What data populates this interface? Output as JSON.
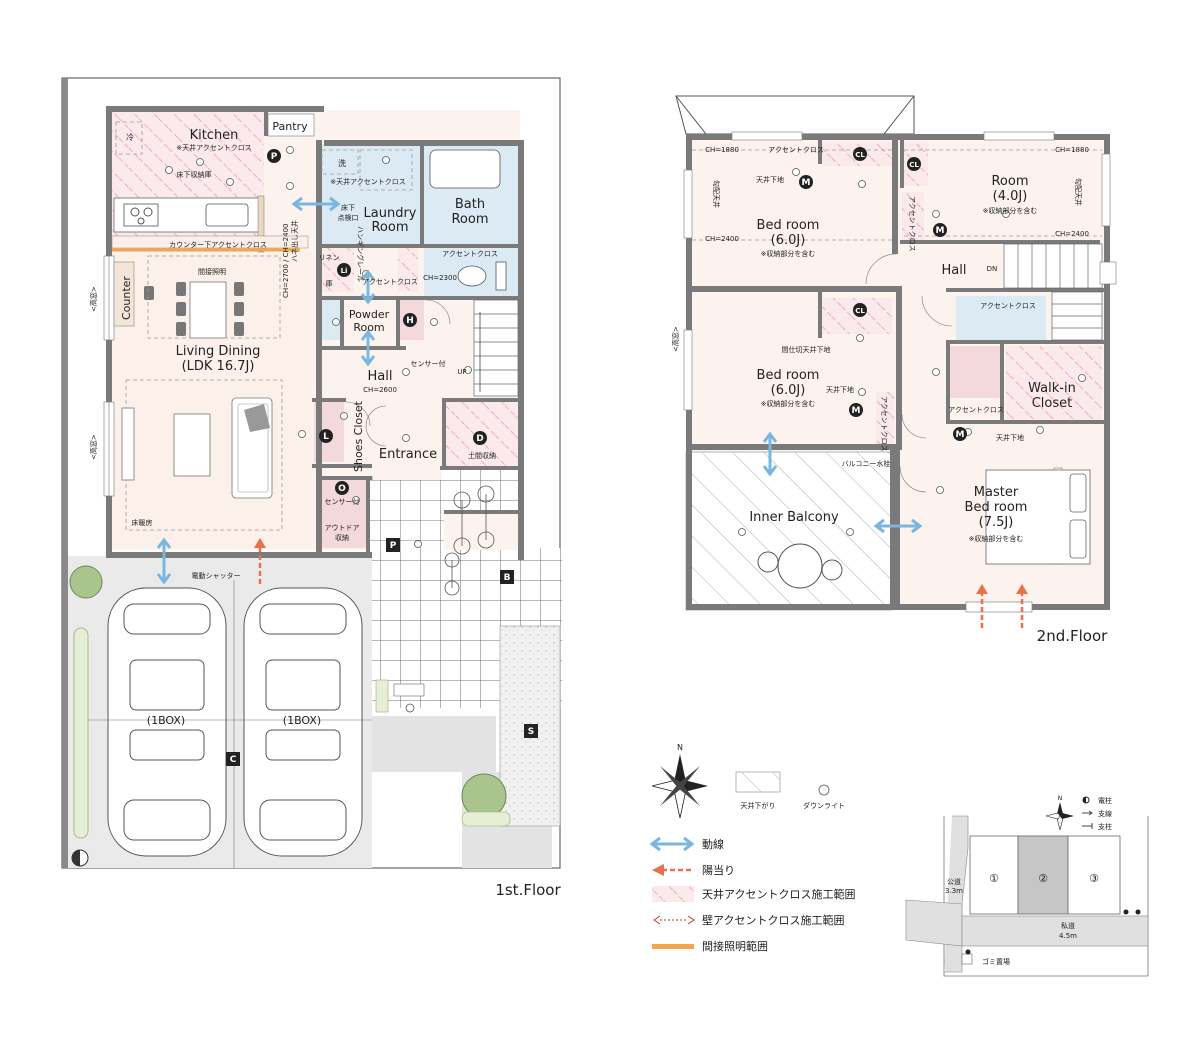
{
  "floor1": {
    "label": "1st.Floor",
    "rooms": {
      "kitchen": "Kitchen",
      "pantry": "Pantry",
      "laundry": [
        "Laundry",
        "Room"
      ],
      "bath": [
        "Bath",
        "Room"
      ],
      "powder": [
        "Powder",
        "Room"
      ],
      "living": [
        "Living Dining",
        "(LDK 16.7J)"
      ],
      "hall": "Hall",
      "entrance": "Entrance",
      "shoes_closet": "Shoes Closet",
      "counter": "Counter"
    },
    "notes": {
      "ceiling_accent_k": "※天井アクセントクロス",
      "underfloor_storage": "床下収納庫",
      "fridge": "冷",
      "counter_accent": "カウンター下アクセントクロス",
      "indirect_light": "間接照明",
      "wash": "洗",
      "ceiling_accent_l": "※天井アクセントクロス",
      "underfloor_inspect": [
        "床下",
        "点検口"
      ],
      "hanging_rail": "ハンギングレール",
      "linen": [
        "リネン",
        "庫"
      ],
      "accent_cross": "アクセントクロス",
      "accent_cross_2": "アクセントクロス",
      "ch2300": "CH=2300",
      "ch2600": "CH=2600",
      "sensor": "センサー付",
      "sensor2": "センサー付",
      "up": "UP",
      "earth_storage": "土間収納",
      "outdoor_storage": [
        "アウトドア",
        "収納"
      ],
      "floor_heating": "床暖房",
      "shutter": "電動シャッター",
      "car1": "(1BOX)",
      "car2": "(1BOX)",
      "ch_left": "CH=2700 / CH=2400",
      "ceiling_out": "ハネ出し天井",
      "window_h1": "<高窓>",
      "window_h2": "<高窓>"
    },
    "badges": {
      "p_kitchen": "P",
      "li": "Li",
      "h": "H",
      "l": "L",
      "d": "D",
      "o": "O",
      "p_entry": "P"
    },
    "squares": {
      "b": "B",
      "c": "C",
      "s": "S"
    }
  },
  "floor2": {
    "label": "2nd.Floor",
    "rooms": {
      "bed1": [
        "Bed room",
        "(6.0J)"
      ],
      "room4": [
        "Room",
        "(4.0J)"
      ],
      "hall": "Hall",
      "bed2": [
        "Bed room",
        "(6.0J)"
      ],
      "walkin": [
        "Walk-in",
        "Closet"
      ],
      "master": [
        "Master",
        "Bed room",
        "(7.5J)"
      ],
      "balcony": "Inner Balcony"
    },
    "notes": {
      "ch1880a": "CH=1880",
      "ch2400a": "CH=2400",
      "ch1880b": "CH=1880",
      "ch2400b": "CH=2400",
      "incl_storage_1": "※収納部分を含む",
      "incl_storage_2": "※収納部分を含む",
      "incl_storage_3": "※収納部分を含む",
      "incl_storage_4": "※収納部分を含む",
      "accent_top": "アクセントクロス",
      "ceiling_base": "天井下地",
      "ceiling_base2": "天井下地",
      "ceiling_base3": "天井下地",
      "slope_l": "勾配天井",
      "slope_r": "勾配天井",
      "accent_v": "アクセントクロス",
      "dn": "DN",
      "accent_hall": "アクセントクロス",
      "partition_base": "間仕切天井下地",
      "accent_v2": "アクセントクロス",
      "accent_wic": "アクセントクロス",
      "balcony_faucet": "バルコニー水栓",
      "window_h": "<高窓>"
    },
    "badges": {
      "m1": "M",
      "cl1": "CL",
      "cl2": "CL",
      "m2": "M",
      "cl3": "CL",
      "m3": "M",
      "m4": "M"
    }
  },
  "legend": {
    "slope_ceiling": "天井下がり",
    "downlight": "ダウンライト",
    "flow": "動線",
    "sunlight": "陽当り",
    "ceiling_accent": "天井アクセントクロス施工範囲",
    "wall_accent": "壁アクセントクロス施工範囲",
    "indirect": "間接照明範囲",
    "north": "N"
  },
  "site": {
    "pole": "電柱",
    "guy": "支線",
    "brace": "支柱",
    "public_road": [
      "公道",
      "3.3m"
    ],
    "private_road": [
      "私道",
      "4.5m"
    ],
    "garbage": "ゴミ置場",
    "lots": [
      "①",
      "②",
      "③"
    ],
    "north": "N"
  },
  "colors": {
    "wall": "#7a7a7a",
    "pink_accent": "#f3d9dc",
    "blue_wet": "#dcebf3",
    "flow_arrow": "#7ab6e0",
    "sun_arrow": "#e8704a",
    "indirect_light": "#f4a44a"
  }
}
